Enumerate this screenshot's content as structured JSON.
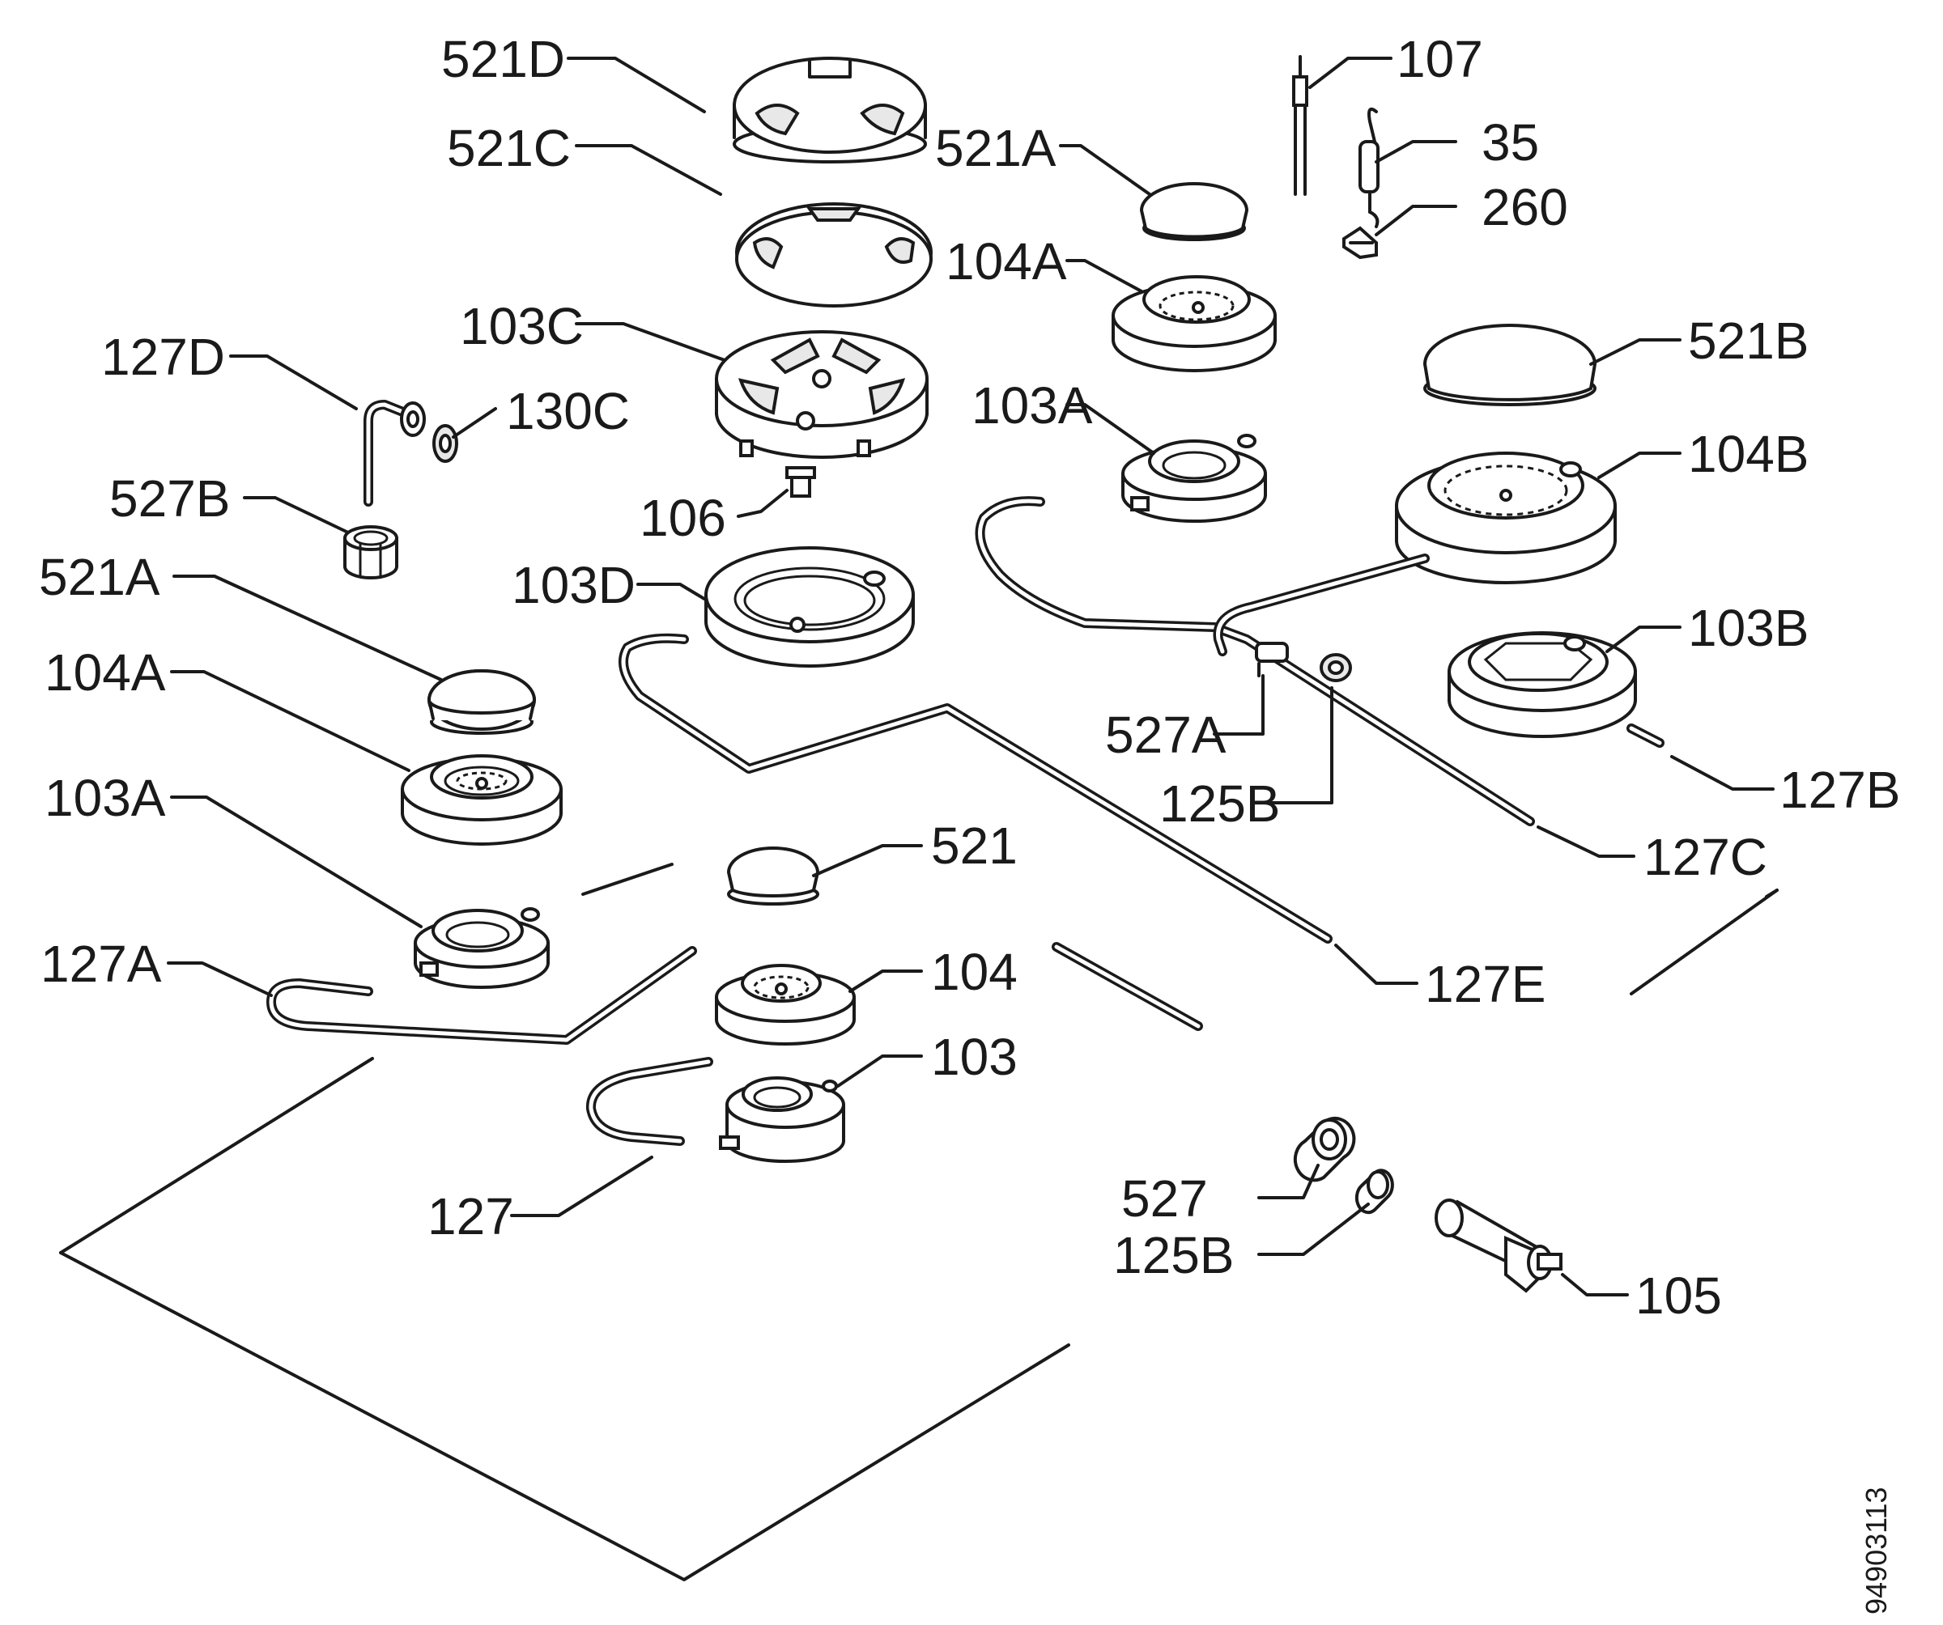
{
  "diagram": {
    "drawing_number": "94903113",
    "labels": [
      {
        "id": "l521d",
        "text": "521D"
      },
      {
        "id": "l521c",
        "text": "521C"
      },
      {
        "id": "l103c",
        "text": "103C"
      },
      {
        "id": "l127d",
        "text": "127D"
      },
      {
        "id": "l130c",
        "text": "130C"
      },
      {
        "id": "l527b",
        "text": "527B"
      },
      {
        "id": "l106",
        "text": "106"
      },
      {
        "id": "l103d",
        "text": "103D"
      },
      {
        "id": "l521a_l",
        "text": "521A"
      },
      {
        "id": "l104a_l",
        "text": "104A"
      },
      {
        "id": "l103a_l",
        "text": "103A"
      },
      {
        "id": "l127a",
        "text": "127A"
      },
      {
        "id": "l521",
        "text": "521"
      },
      {
        "id": "l104",
        "text": "104"
      },
      {
        "id": "l103",
        "text": "103"
      },
      {
        "id": "l127",
        "text": "127"
      },
      {
        "id": "l107",
        "text": "107"
      },
      {
        "id": "l35",
        "text": "35"
      },
      {
        "id": "l260",
        "text": "260"
      },
      {
        "id": "l521a_r",
        "text": "521A"
      },
      {
        "id": "l104a_r",
        "text": "104A"
      },
      {
        "id": "l103a_r",
        "text": "103A"
      },
      {
        "id": "l521b",
        "text": "521B"
      },
      {
        "id": "l104b",
        "text": "104B"
      },
      {
        "id": "l103b",
        "text": "103B"
      },
      {
        "id": "l527a",
        "text": "527A"
      },
      {
        "id": "l125b_t",
        "text": "125B"
      },
      {
        "id": "l127b",
        "text": "127B"
      },
      {
        "id": "l127c",
        "text": "127C"
      },
      {
        "id": "l127e",
        "text": "127E"
      },
      {
        "id": "l527",
        "text": "527"
      },
      {
        "id": "l125b_b",
        "text": "125B"
      },
      {
        "id": "l105",
        "text": "105"
      }
    ]
  }
}
